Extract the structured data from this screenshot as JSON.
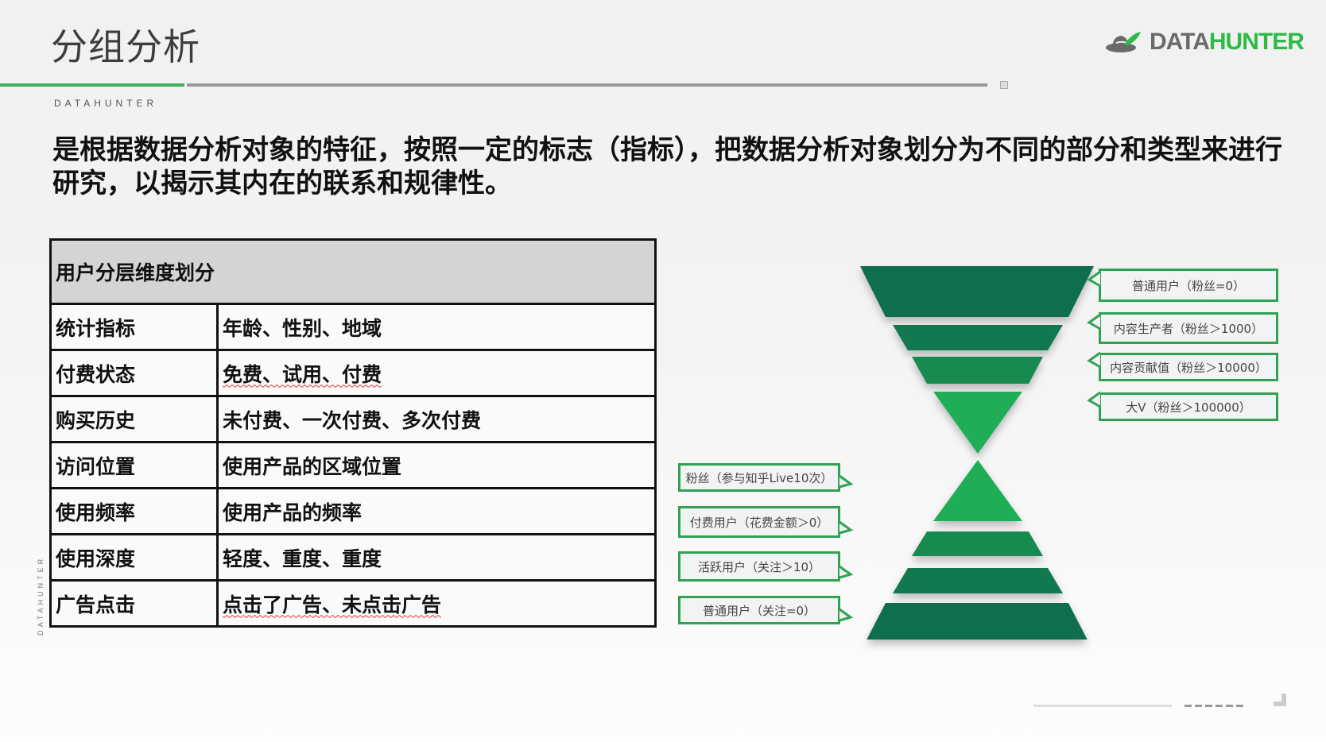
{
  "header": {
    "title": "分组分析",
    "brand_sub": "DATAHUNTER",
    "logo": {
      "part1": "DATA",
      "part2": "HUNTER",
      "icon": "hat-feather-icon"
    },
    "accent_color": "#3fae5c"
  },
  "description": "是根据数据分析对象的特征，按照一定的标志（指标），把数据分析对象划分为不同的部分和类型来进行研究，以揭示其内在的联系和规律性。",
  "table": {
    "header": "用户分层维度划分",
    "rows": [
      {
        "label": "统计指标",
        "value": "年龄、性别、地域"
      },
      {
        "label": "付费状态",
        "value": "免费、试用、付费"
      },
      {
        "label": "购买历史",
        "value": "未付费、一次付费、多次付费"
      },
      {
        "label": "访问位置",
        "value": "使用产品的区域位置"
      },
      {
        "label": "使用频率",
        "value": "使用产品的频率"
      },
      {
        "label": "使用深度",
        "value": "轻度、重度、重度"
      },
      {
        "label": "广告点击",
        "value": "点击了广告、未点击广告"
      }
    ]
  },
  "hourglass": {
    "colors": [
      "#0f6e4f",
      "#11784f",
      "#168a4f",
      "#1fae55"
    ],
    "top_labels": [
      "普通用户（粉丝=0）",
      "内容生产者（粉丝＞1000）",
      "内容贡献值（粉丝＞10000）",
      "大V（粉丝＞100000）"
    ],
    "bottom_labels": [
      "粉丝（参与知乎Live10次）",
      "付费用户（花费金额＞0）",
      "活跃用户（关注＞10）",
      "普通用户（关注=0）"
    ]
  },
  "side_brand": "DATAHUNTER"
}
